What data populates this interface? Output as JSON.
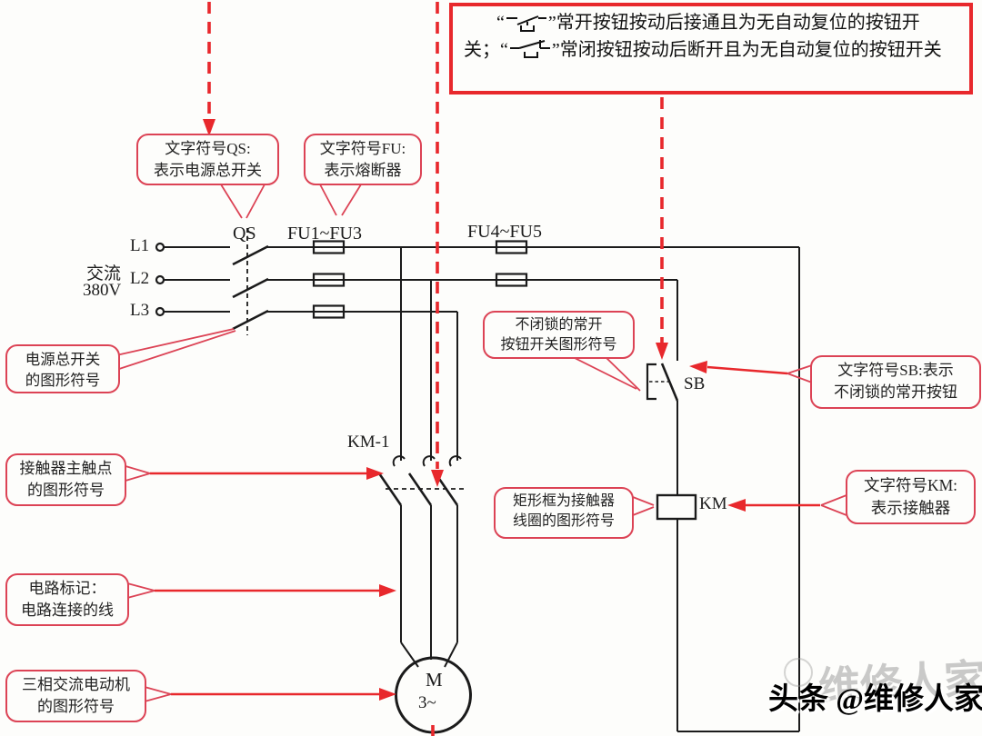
{
  "top_box": {
    "q1": "“",
    "t1": "”常开按钮按动后接通且为无自动复位的按钮开关；“",
    "t2": "”常闭按钮按动后断开且为无自动复位的按钮开关"
  },
  "callouts": {
    "qs": {
      "line1": "文字符号QS:",
      "line2": "表示电源总开关"
    },
    "fu": {
      "line1": "文字符号FU:",
      "line2": "表示熔断器"
    },
    "power_switch": {
      "line1": "电源总开关",
      "line2": "的图形符号"
    },
    "main_contacts": {
      "line1": "接触器主触点",
      "line2": "的图形符号"
    },
    "circuit_mark": {
      "line1": "电路标记：",
      "line2": "电路连接的线"
    },
    "motor": {
      "line1": "三相交流电动机",
      "line2": "的图形符号"
    },
    "pushbutton_symbol": {
      "line1": "不闭锁的常开",
      "line2": "按钮开关图形符号"
    },
    "coil_symbol": {
      "line1": "矩形框为接触器",
      "line2": "线圈的图形符号"
    },
    "sb": {
      "line1": "文字符号SB:表示",
      "line2": "不闭锁的常开按钮"
    },
    "km": {
      "line1": "文字符号KM:",
      "line2": "表示接触器"
    }
  },
  "circuit": {
    "qs_label": "QS",
    "fu123_label": "FU1~FU3",
    "fu45_label": "FU4~FU5",
    "l1": "L1",
    "l2": "L2",
    "l3": "L3",
    "ac_line1": "交流",
    "ac_line2": "380V",
    "km1_label": "KM-1",
    "sb_label": "SB",
    "km_label": "KM",
    "motor_letter": "M",
    "motor_phase": "3~"
  },
  "watermark": {
    "ghost": "维修人家",
    "main": "头条 @维修人家"
  },
  "colors": {
    "red": "#e8282c",
    "callout_border": "#dc4355",
    "line": "#1b1b1b"
  }
}
